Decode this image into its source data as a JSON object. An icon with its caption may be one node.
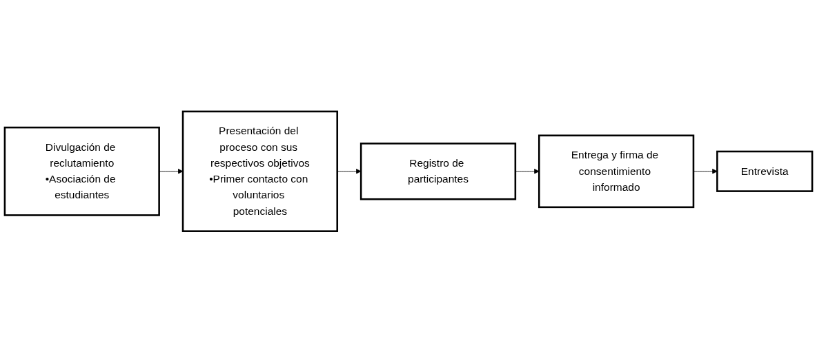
{
  "diagram": {
    "nodes": [
      {
        "text": [
          "Divulgación de reclutamiento",
          "•Asociación de estudiantes"
        ]
      },
      {
        "text": [
          "Presentación del proceso con sus respectivos objetivos",
          "•Primer contacto con voluntarios potenciales"
        ]
      },
      {
        "text": [
          "Registro de participantes"
        ]
      },
      {
        "text": [
          "Entrega y firma de consentimiento informado"
        ]
      },
      {
        "text": [
          "Entrevista"
        ]
      }
    ],
    "edges": [
      {
        "from": 0,
        "to": 1,
        "arrow": "to"
      },
      {
        "from": 1,
        "to": 2,
        "arrow": "to"
      },
      {
        "from": 2,
        "to": 3,
        "arrow": "to"
      },
      {
        "from": 3,
        "to": 4,
        "arrow": "to"
      }
    ]
  }
}
